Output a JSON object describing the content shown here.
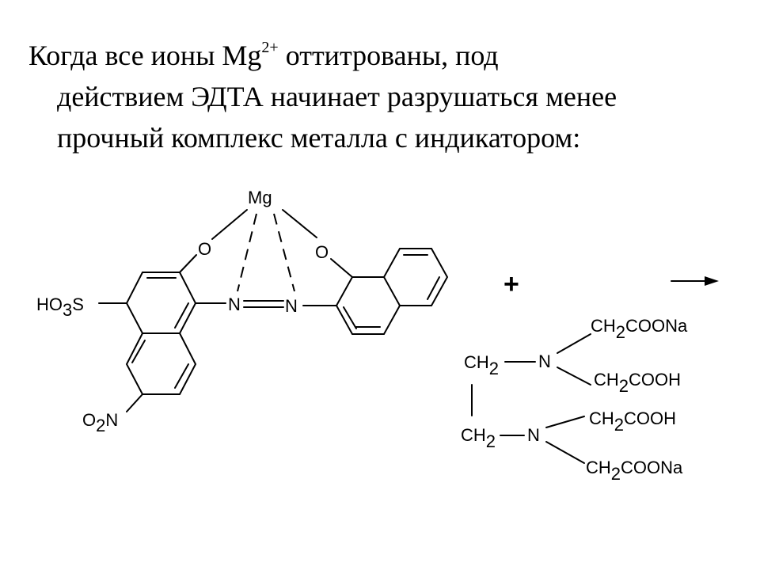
{
  "slide": {
    "line1_a": "Когда все ионы Mg",
    "line1_sup": "2+",
    "line1_b": " оттитрованы, под",
    "line2": "действием ЭДТА начинает разрушаться менее",
    "line3": "прочный комплекс металла с индикатором:"
  },
  "indicator": {
    "mg": "Mg",
    "o_left": "O",
    "o_right": "O",
    "n_left": "N",
    "n_right": "N",
    "ho3s_ho": "HO",
    "ho3s_sub": "3",
    "ho3s_s": "S",
    "o2n_o": "O",
    "o2n_sub": "2",
    "o2n_n": "N"
  },
  "plus": "+",
  "edta": {
    "ch2_top_c": "CH",
    "ch2_top_sub": "2",
    "ch2_bot_c": "CH",
    "ch2_bot_sub": "2",
    "n_top": "N",
    "n_bot": "N",
    "r1_a": "CH",
    "r1_sub": "2",
    "r1_b": "COONa",
    "r2_a": "CH",
    "r2_sub": "2",
    "r2_b": "COOH",
    "r3_a": "CH",
    "r3_sub": "2",
    "r3_b": "COOH",
    "r4_a": "CH",
    "r4_sub": "2",
    "r4_b": "COONa"
  }
}
